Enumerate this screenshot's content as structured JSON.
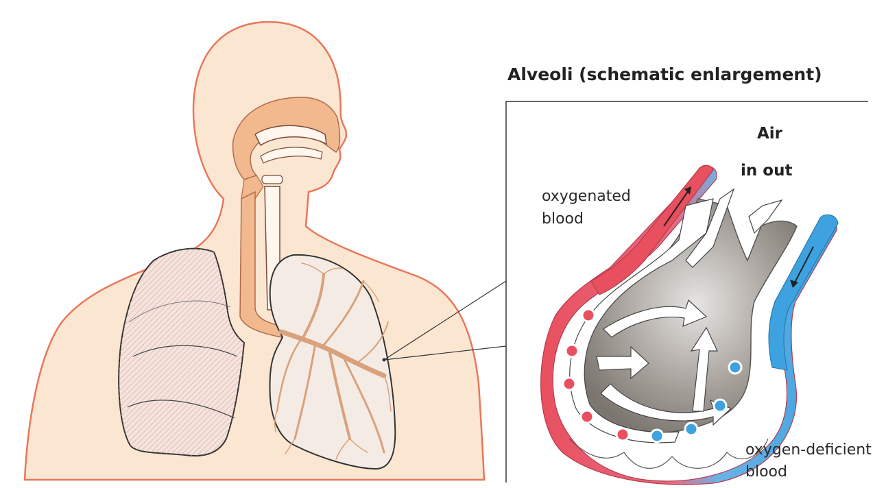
{
  "title": "Alveoli (schematic enlargement)",
  "air_label": "Air",
  "air_direction_label": "in out",
  "oxygenated_label": [
    "oxygenated",
    "blood"
  ],
  "deoxygenated_label": [
    "oxygen-deficient",
    "blood"
  ],
  "colors": {
    "skin": "#fbe6d2",
    "skin_outline": "#e9775a",
    "airway": "#f2b98f",
    "arterial_blood": "#e9505f",
    "venous_blood": "#3ea2e0",
    "alveolus_interior": "#8c8580"
  }
}
